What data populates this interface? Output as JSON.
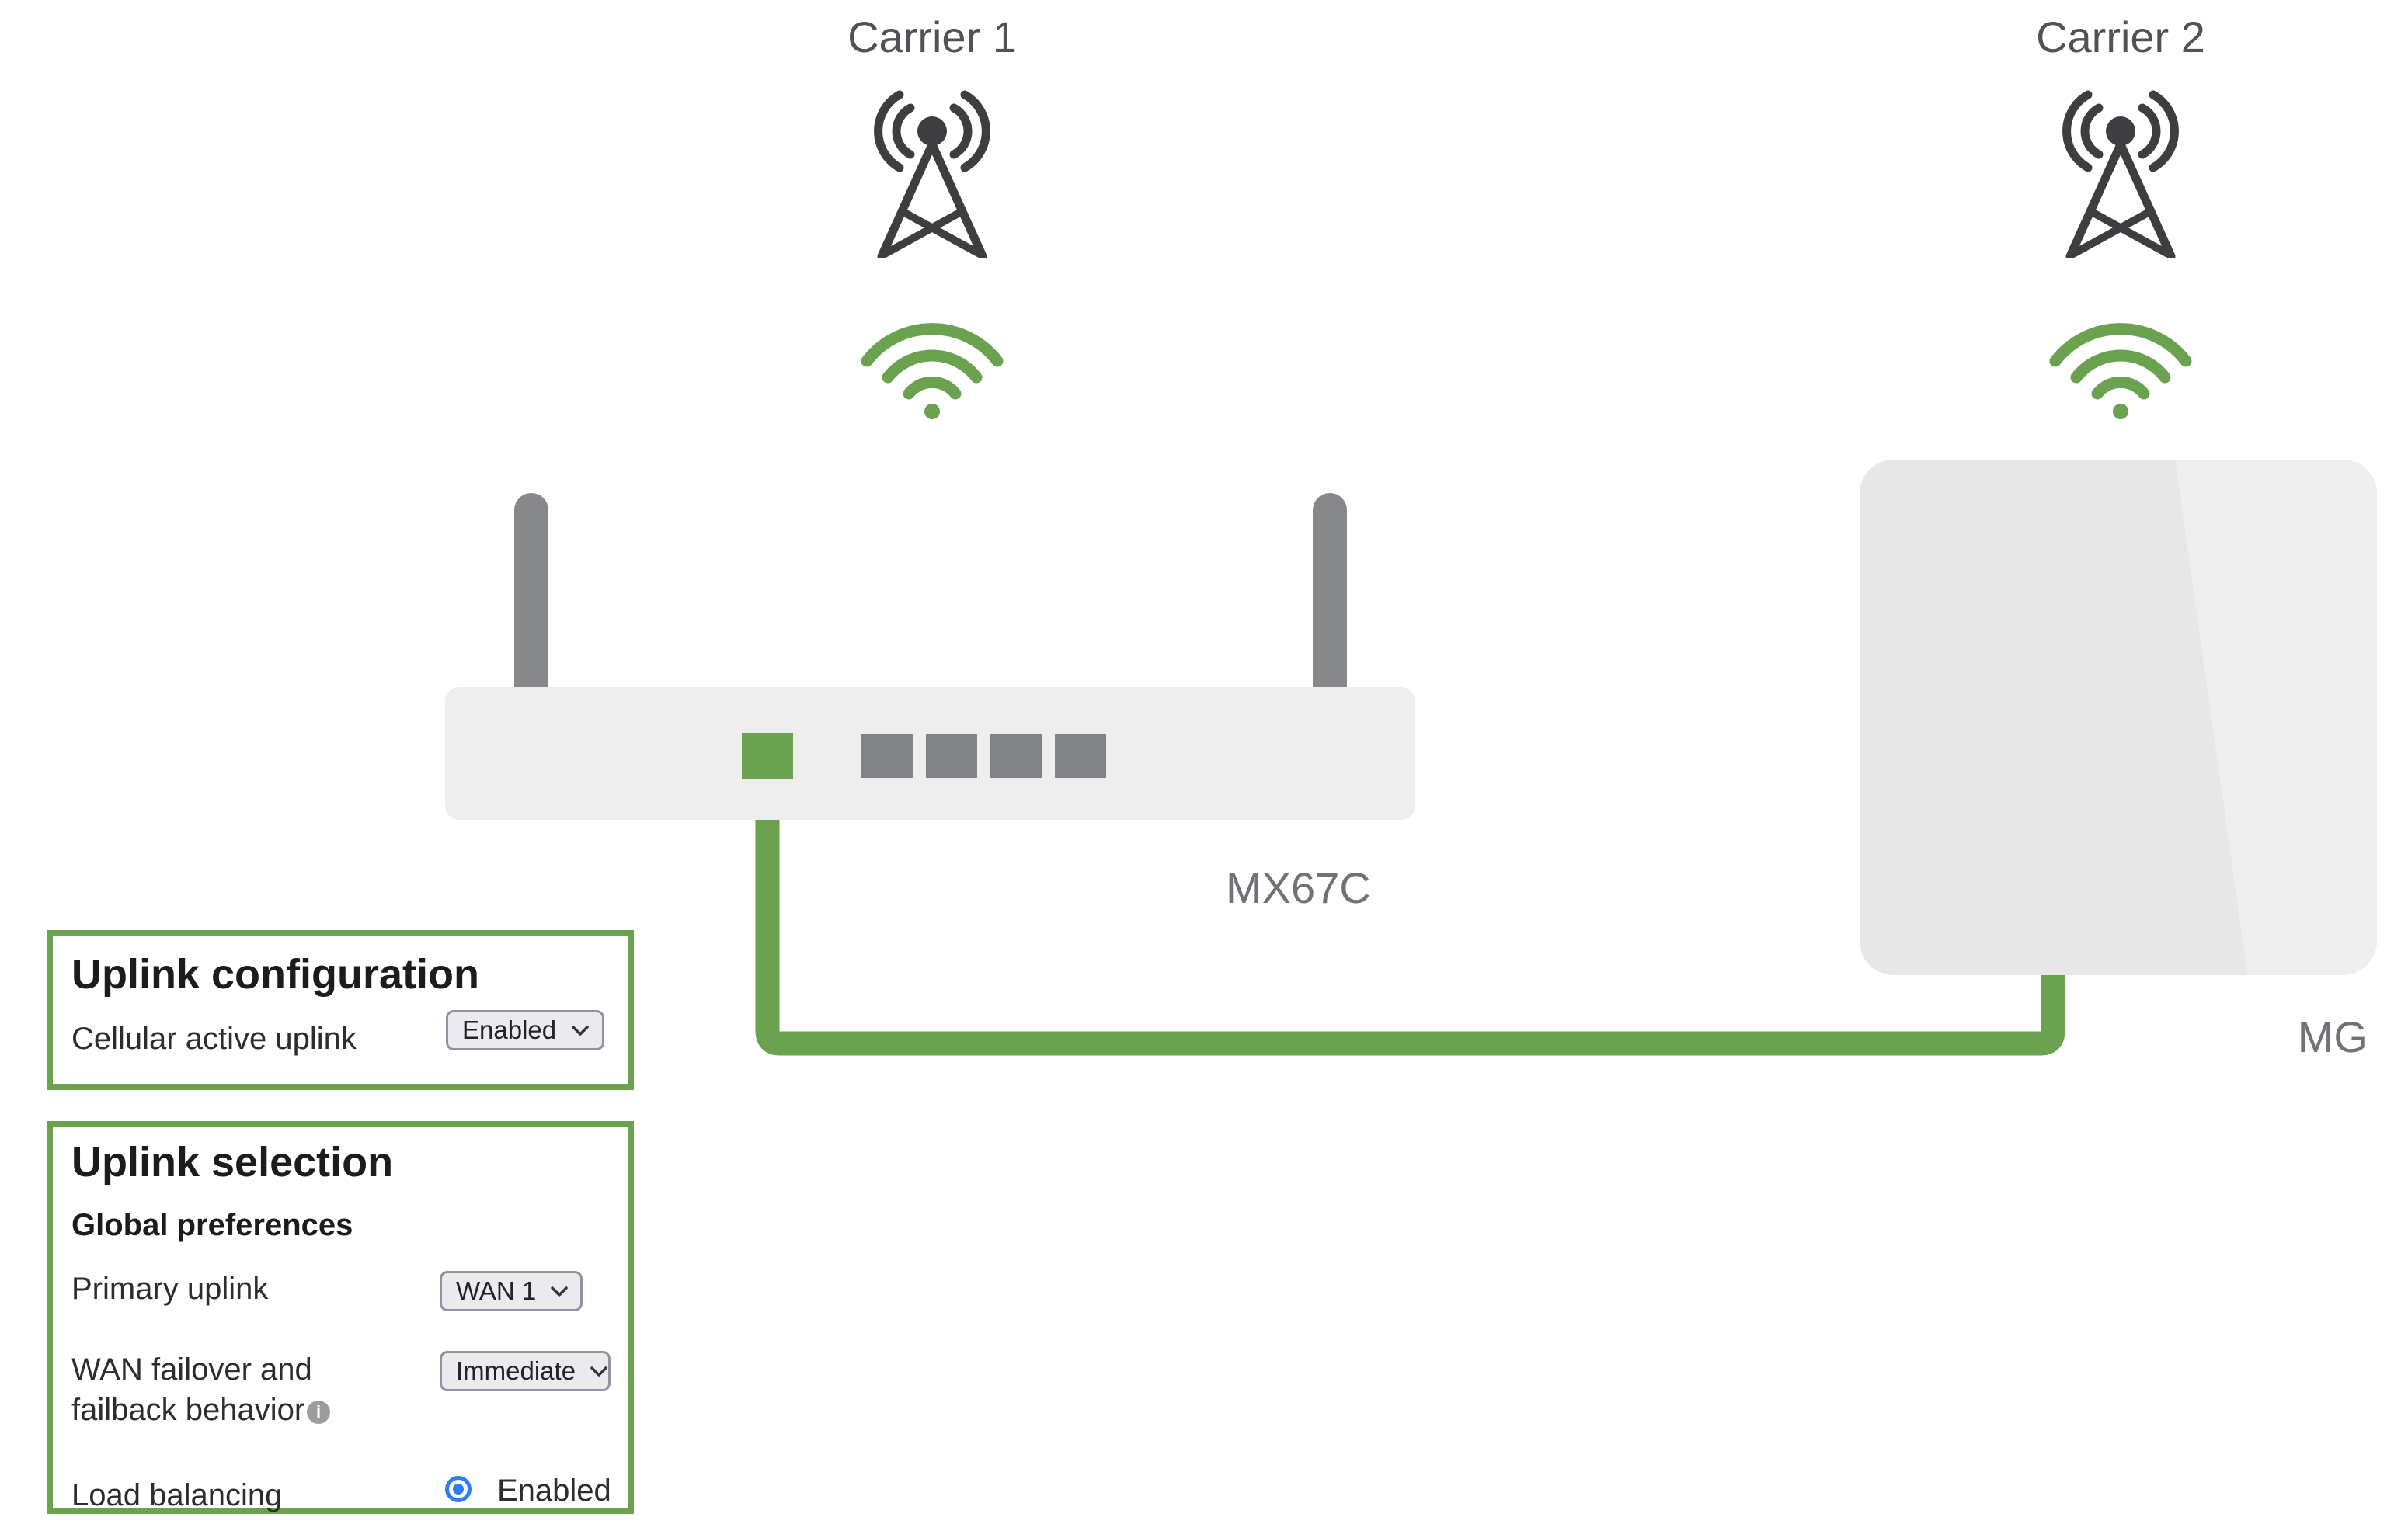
{
  "colors": {
    "accent_green": "#6BA24F",
    "radio_blue": "#2E7CF6",
    "icon_dark": "#3E3E40",
    "device_body_gray": "#EEEEEF",
    "port_gray": "#828387"
  },
  "diagram": {
    "carrier_1_label": "Carrier 1",
    "carrier_2_label": "Carrier 2",
    "mx_device_label": "MX67C",
    "mg_device_label": "MG"
  },
  "uplink_configuration_panel": {
    "title": "Uplink configuration",
    "cellular_active_uplink_label": "Cellular active uplink",
    "cellular_active_uplink_value": "Enabled"
  },
  "uplink_selection_panel": {
    "title": "Uplink selection",
    "section_heading": "Global preferences",
    "primary_uplink_label": "Primary uplink",
    "primary_uplink_value": "WAN 1",
    "wan_failover_label_line1": "WAN failover and",
    "wan_failover_label_line2": "failback behavior",
    "wan_failover_value": "Immediate",
    "load_balancing_label": "Load balancing",
    "load_balancing_value": "Enabled"
  }
}
